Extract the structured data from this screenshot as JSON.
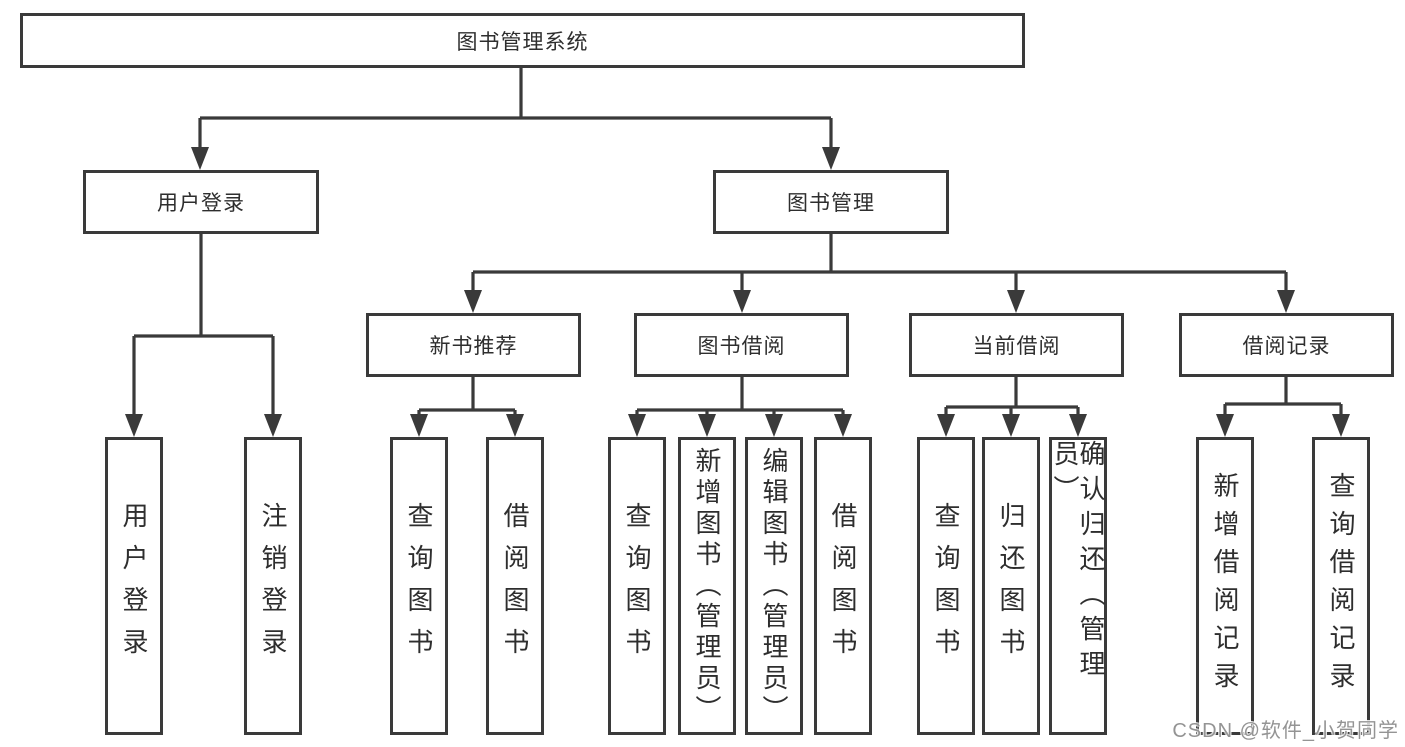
{
  "colors": {
    "background": "#ffffff",
    "line": "#3a3a3a",
    "box_border": "#3a3a3a",
    "text": "#2e2e2e",
    "watermark_text": "#949494"
  },
  "diagram": {
    "root": "图书管理系统",
    "level2": {
      "user_login": "用户登录",
      "book_mgmt": "图书管理"
    },
    "level3": {
      "new_book_rec": "新书推荐",
      "book_borrow": "图书借阅",
      "current_borrow": "当前借阅",
      "borrow_records": "借阅记录"
    },
    "leaves": {
      "user_login": [
        "用户登录",
        "注销登录"
      ],
      "new_book_rec": [
        "查询图书",
        "借阅图书"
      ],
      "book_borrow": [
        "查询图书",
        "新增图书（管理员）",
        "编辑图书（管理员）",
        "借阅图书"
      ],
      "current_borrow": [
        "查询图书",
        "归还图书",
        "确认归还（管理员）"
      ],
      "borrow_records": [
        "新增借阅记录",
        "查询借阅记录"
      ]
    }
  },
  "watermark": {
    "text": "CSDN @软件_小贺同学"
  }
}
